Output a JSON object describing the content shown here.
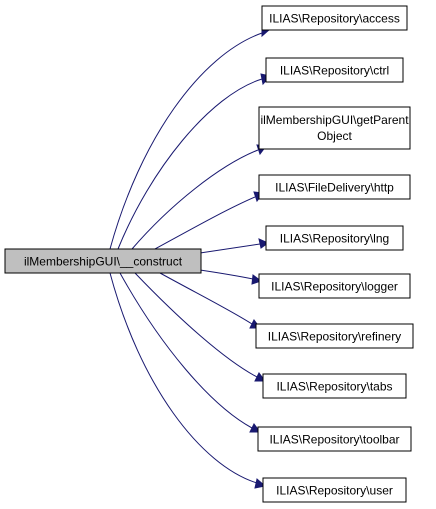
{
  "colors": {
    "edge": "#191970",
    "source_fill": "#bfbfbf",
    "target_fill": "#ffffff",
    "border": "#000000"
  },
  "source": {
    "label": "ilMembershipGUI\\__construct"
  },
  "targets": [
    {
      "label": "ILIAS\\Repository\\access"
    },
    {
      "label": "ILIAS\\Repository\\ctrl"
    },
    {
      "label_lines": [
        "ilMembershipGUI\\getParent",
        "Object"
      ]
    },
    {
      "label": "ILIAS\\FileDelivery\\http"
    },
    {
      "label": "ILIAS\\Repository\\lng"
    },
    {
      "label": "ILIAS\\Repository\\logger"
    },
    {
      "label": "ILIAS\\Repository\\refinery"
    },
    {
      "label": "ILIAS\\Repository\\tabs"
    },
    {
      "label": "ILIAS\\Repository\\toolbar"
    },
    {
      "label": "ILIAS\\Repository\\user"
    }
  ]
}
